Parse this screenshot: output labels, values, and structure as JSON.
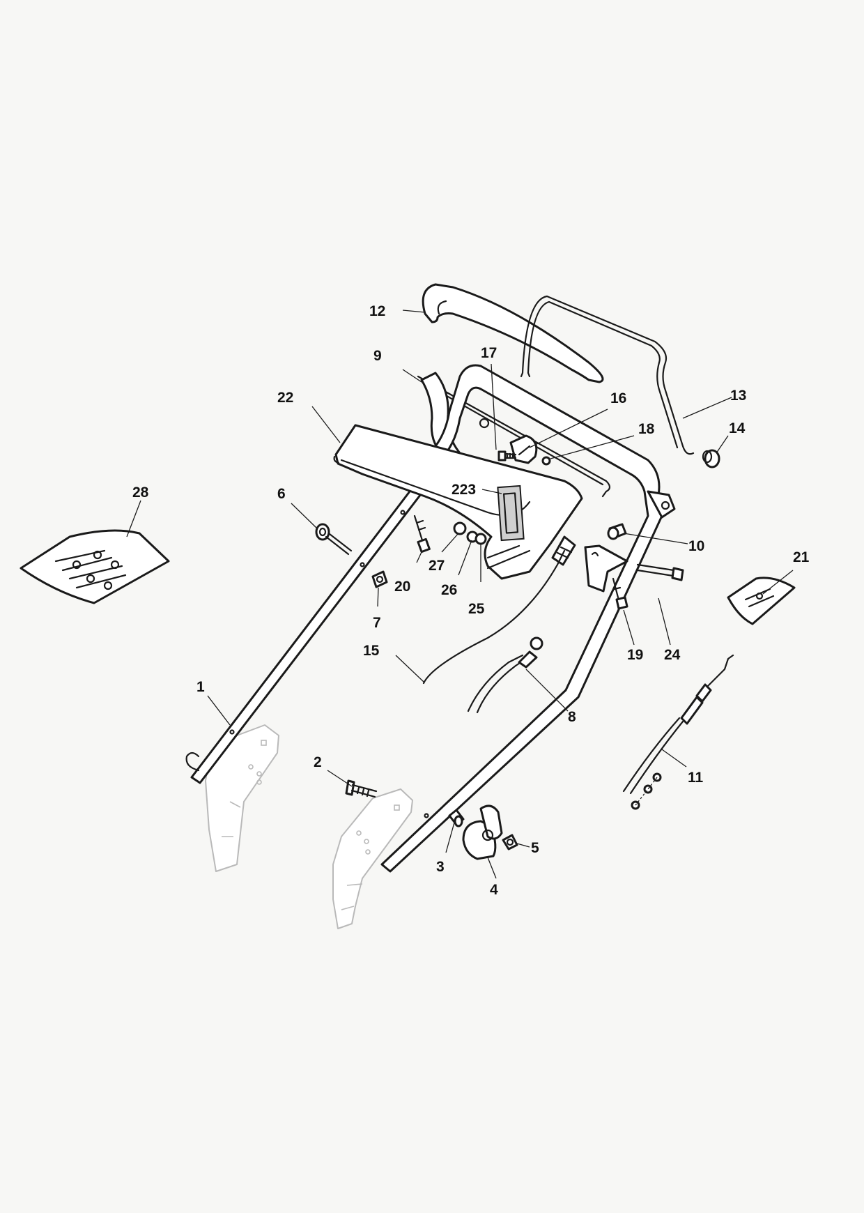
{
  "callouts": {
    "c1": "1",
    "c2": "2",
    "c3": "3",
    "c4": "4",
    "c5": "5",
    "c6": "6",
    "c7": "7",
    "c8": "8",
    "c9": "9",
    "c10": "10",
    "c11": "11",
    "c12": "12",
    "c13": "13",
    "c14": "14",
    "c15": "15",
    "c16": "16",
    "c17": "17",
    "c18": "18",
    "c19": "19",
    "c20": "20",
    "c21": "21",
    "c22": "22",
    "c223": "223",
    "c24": "24",
    "c25": "25",
    "c26": "26",
    "c27": "27",
    "c28": "28"
  },
  "colors": {
    "line": "#1a1a1a",
    "ghost": "#b9b9b9",
    "background": "#f7f7f5"
  }
}
